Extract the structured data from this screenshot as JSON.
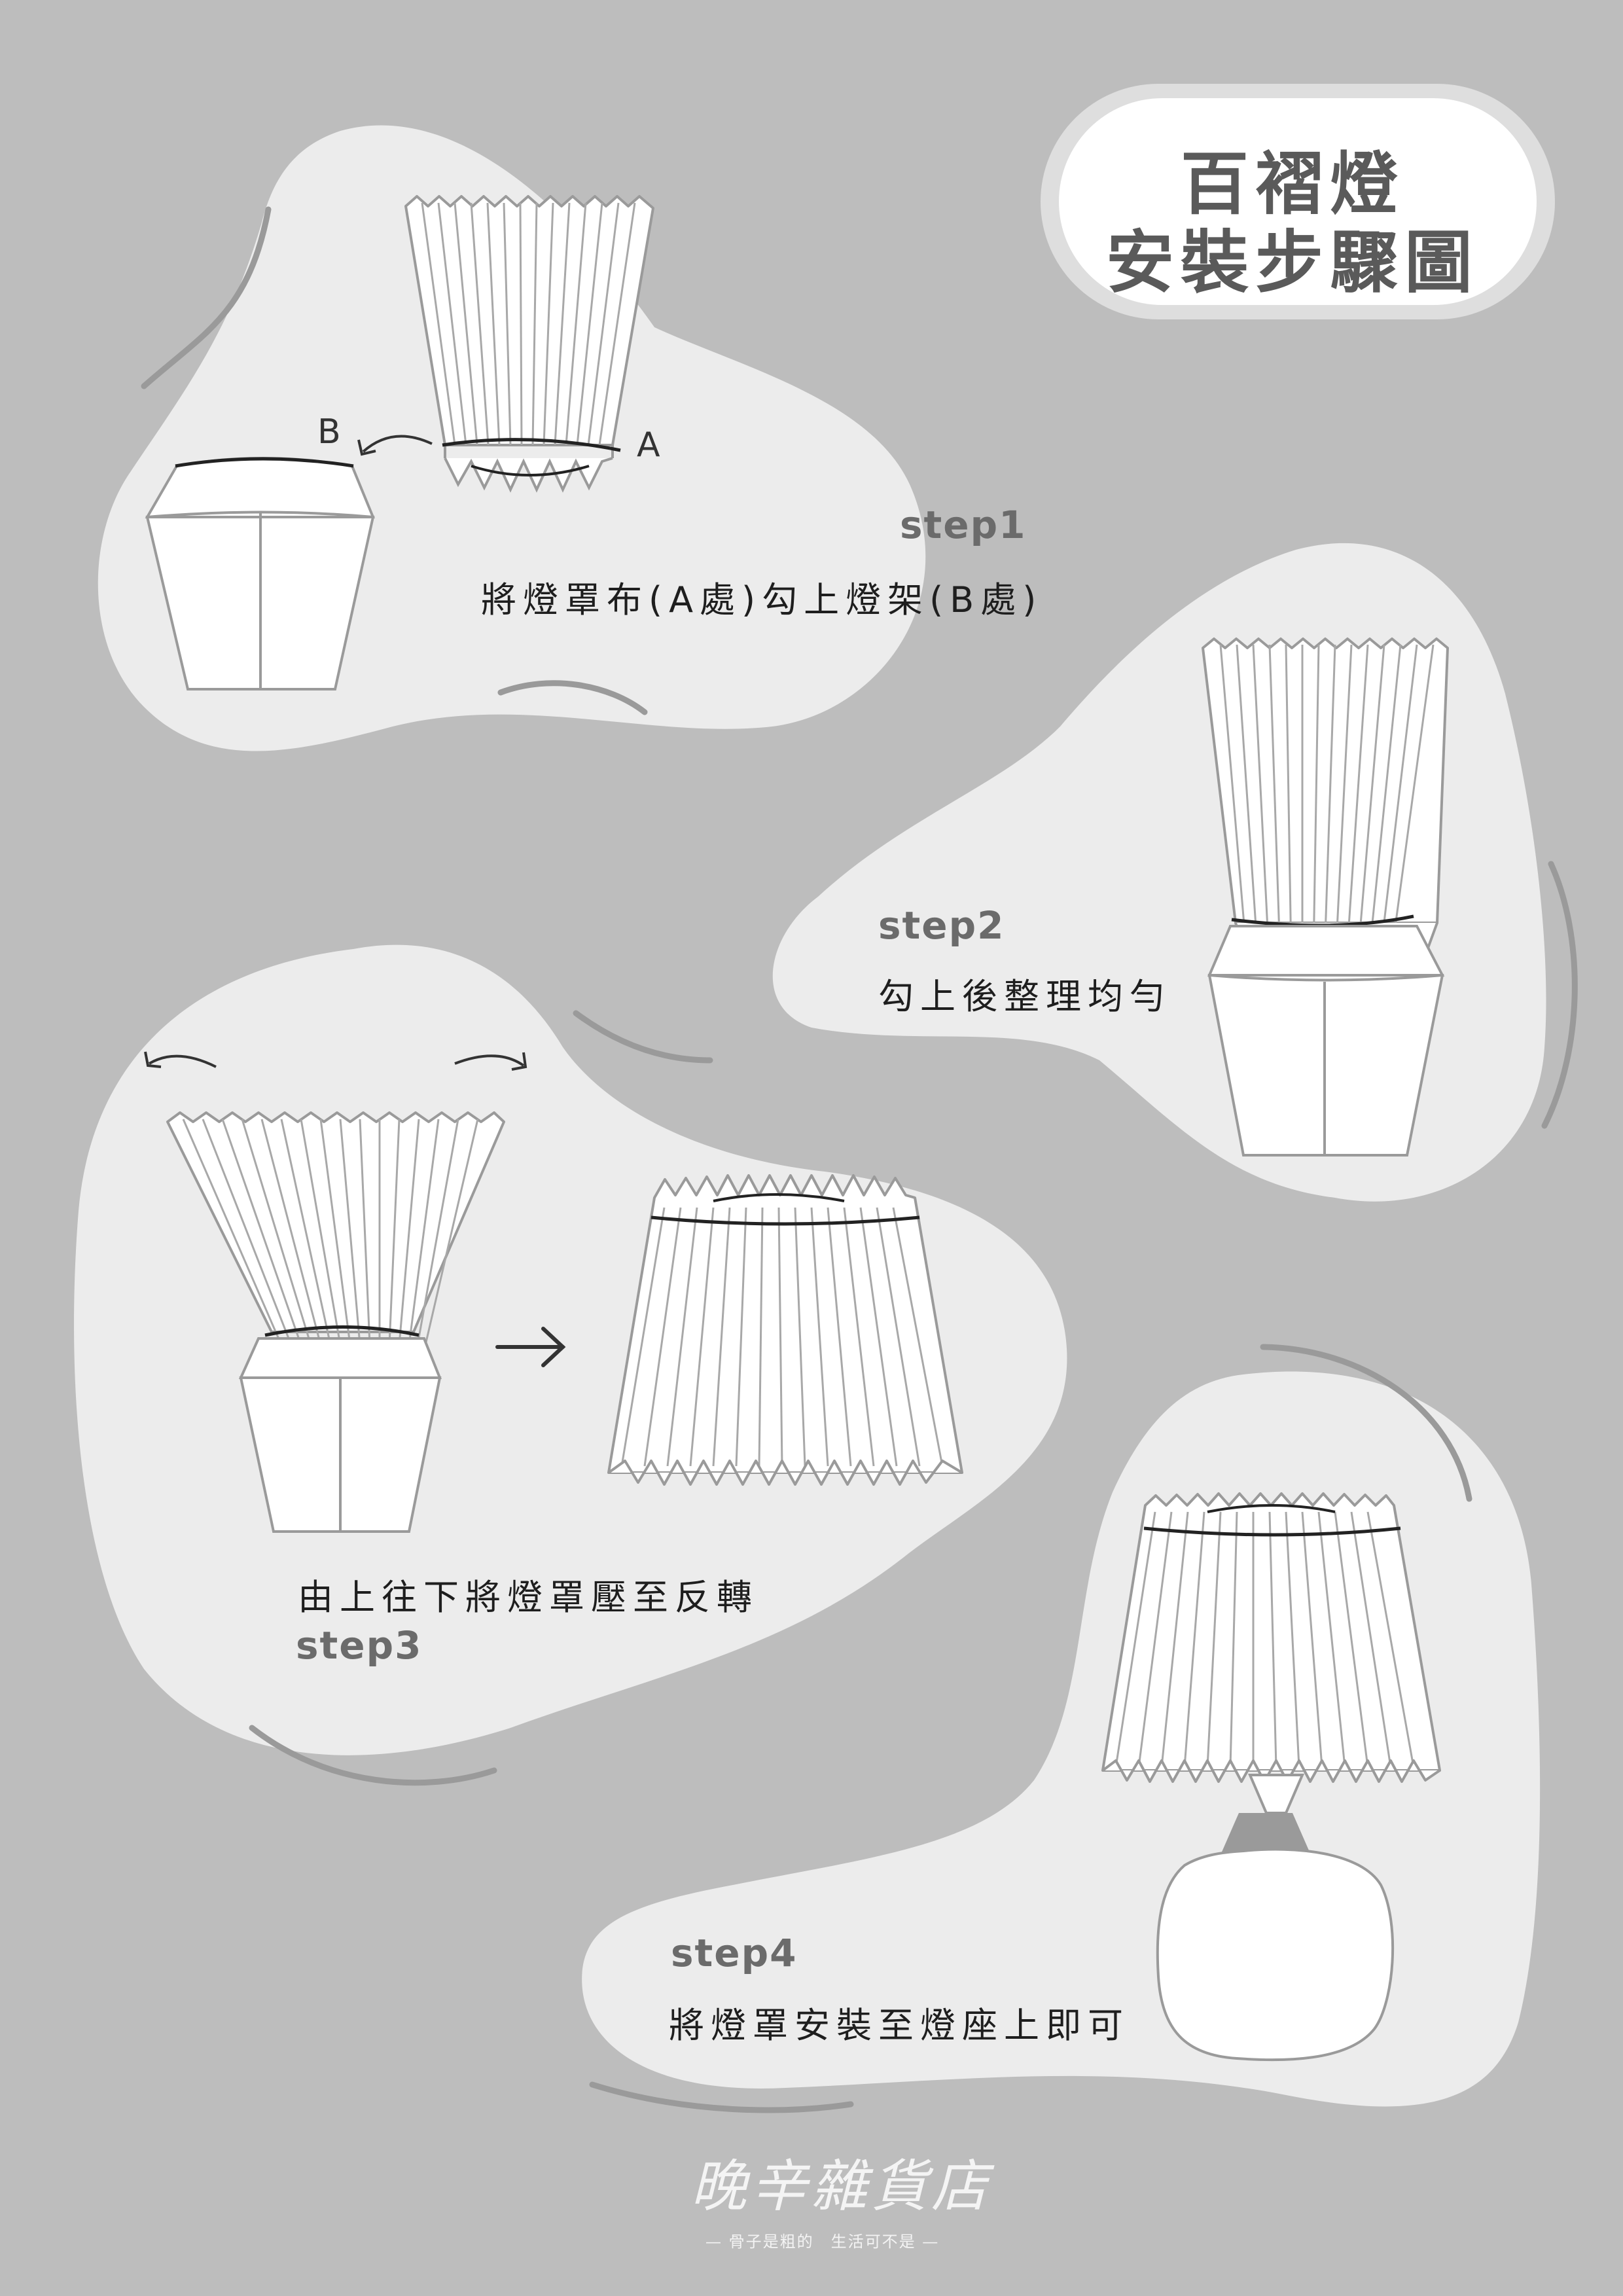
{
  "title": {
    "line1": "百褶燈",
    "line2": "安裝步驟圖"
  },
  "steps": [
    {
      "label": "step1",
      "desc": "將燈罩布(A處)勾上燈架(B處)"
    },
    {
      "label": "step2",
      "desc": "勾上後整理均勻"
    },
    {
      "label": "step3",
      "desc": "由上往下將燈罩壓至反轉"
    },
    {
      "label": "step4",
      "desc": "將燈罩安裝至燈座上即可"
    }
  ],
  "markers": {
    "a": "A",
    "b": "B"
  },
  "brand": {
    "name": "晚辛雜貨店",
    "tagline": "— 骨子是粗的　生活可不是 —"
  },
  "colors": {
    "background": "#bdbdbd",
    "blob": "#ececec",
    "title_text": "#5a5a5a",
    "step_label": "#6b6b6b",
    "line": "#9a9a9a"
  }
}
